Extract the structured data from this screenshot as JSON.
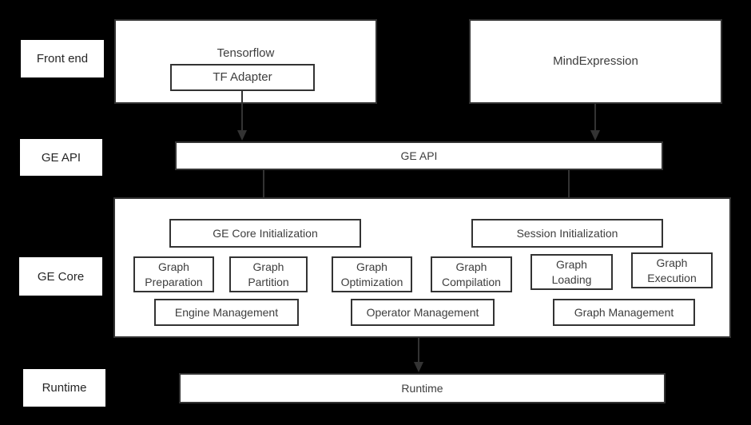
{
  "palette": {
    "background": "#000000",
    "box_fill": "#ffffff",
    "border": "#333333",
    "arrow": "#333333",
    "box_text": "#3d3d3d",
    "label_text": "#262626"
  },
  "side_labels": {
    "front_end": "Front end",
    "ge_api": "GE API",
    "ge_core": "GE Core",
    "runtime": "Runtime"
  },
  "front_end": {
    "tensorflow": "Tensorflow",
    "tf_adapter": "TF Adapter",
    "mind_expression": "MindExpression"
  },
  "ge_api": {
    "bar": "GE API"
  },
  "ge_core": {
    "ge_core_initialization": "GE Core Initialization",
    "session_initialization": "Session Initialization",
    "stages": [
      "Graph Preparation",
      "Graph Partition",
      "Graph Optimization",
      "Graph Compilation",
      "Graph Loading",
      "Graph Execution"
    ],
    "management": [
      "Engine Management",
      "Operator Management",
      "Graph Management"
    ]
  },
  "runtime": {
    "bar": "Runtime"
  }
}
